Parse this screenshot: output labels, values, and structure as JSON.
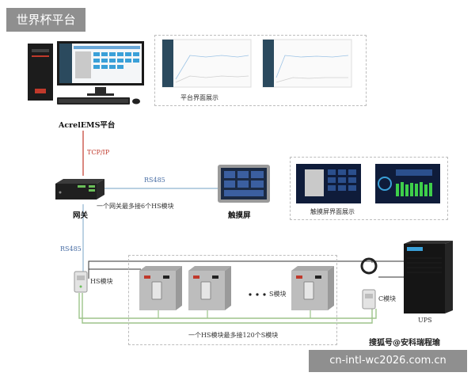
{
  "badges": {
    "top": "世界杯平台",
    "bottom": "cn-intl-wc2026.com.cn"
  },
  "labels": {
    "platform": "AcrelEMS平台",
    "platform_ui": "平台界面展示",
    "tcp": "TCP/IP",
    "rs485_top": "RS485",
    "gateway": "网关",
    "gateway_note": "一个网关最多接6个HS模块",
    "touchscreen": "触摸屏",
    "touch_ui": "触摸屏界面展示",
    "rs485_left": "RS485",
    "hs_module": "HS模块",
    "s_module": "S模块",
    "c_module": "C模块",
    "ups": "UPS",
    "hs_note": "一个HS模块最多接120个S模块",
    "watermark": "搜狐号@安科瑞程瑜"
  },
  "colors": {
    "rs485_line": "#8fb3d0",
    "tcp_line": "#c0392b",
    "bus_green": "#9dc48a",
    "dark_line": "#333333"
  }
}
